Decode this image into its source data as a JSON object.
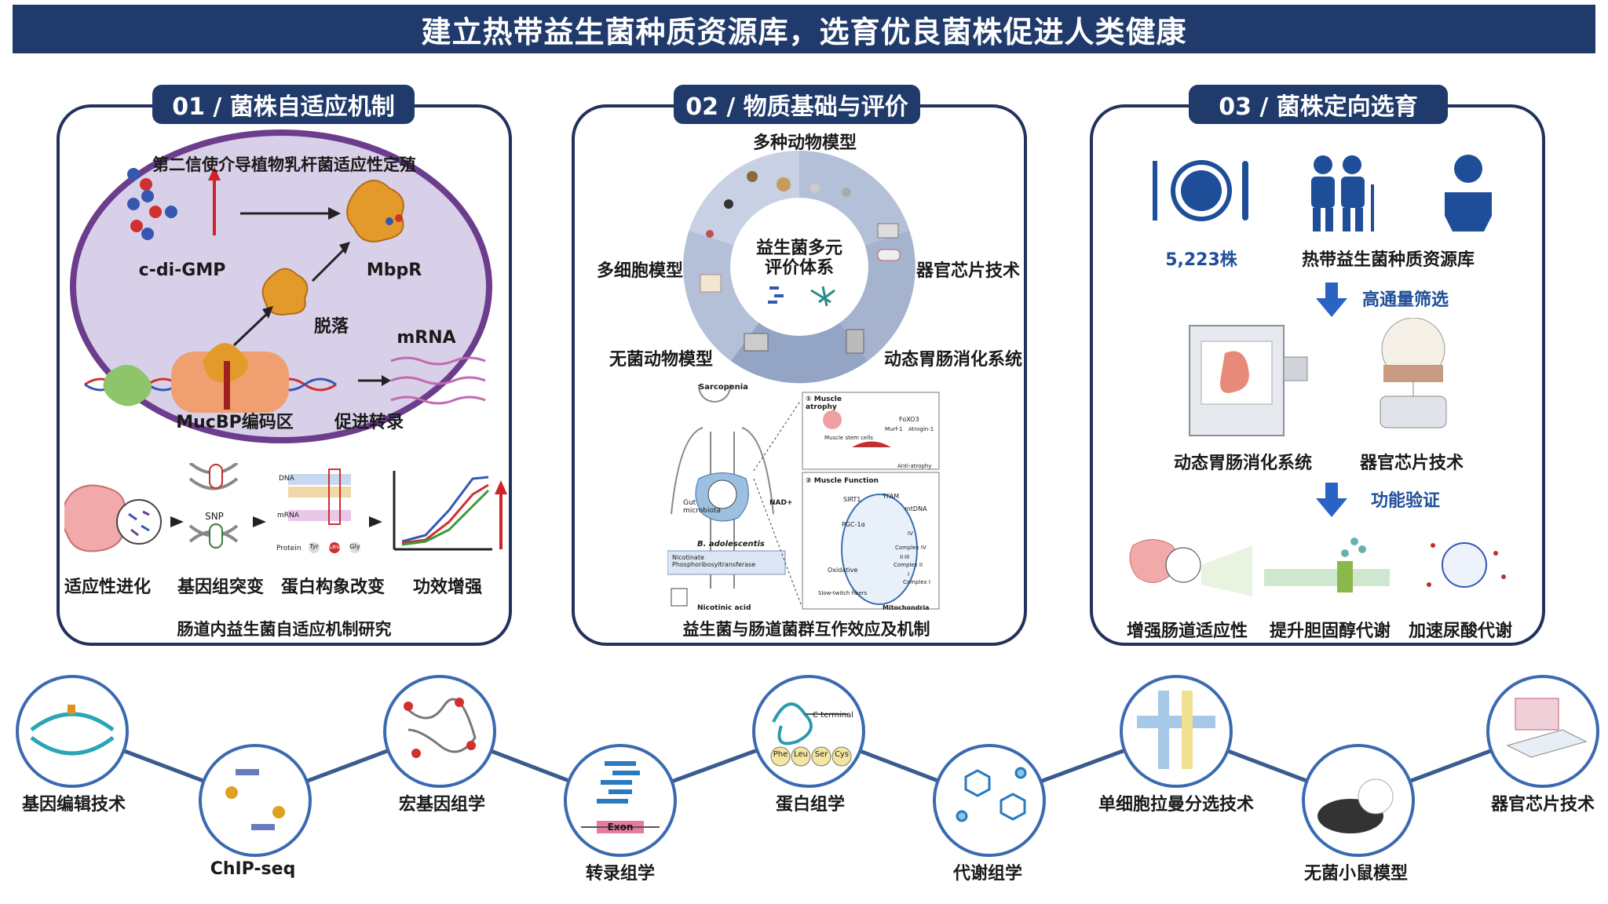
{
  "title": "建立热带益生菌种质资源库，选育优良菌株促进人类健康",
  "panel1": {
    "title": "01 / 菌株自适应机制",
    "cell_title": "第二信使介导植物乳杆菌适应性定殖",
    "cdigmp": "c-di-GMP",
    "mbpr": "MbpR",
    "detach": "脱落",
    "mrna": "mRNA",
    "mucbp": "MucBP编码区",
    "promote": "促进转录",
    "snp": "SNP",
    "dna_tag": "DNA",
    "mrna_tag": "mRNA",
    "protein_tag": "Protein",
    "aa": [
      "Tyr",
      "Leu",
      "Gly"
    ],
    "steps": [
      "适应性进化",
      "基因组突变",
      "蛋白构象改变",
      "功效增强"
    ],
    "footer": "肠道内益生菌自适应机制研究"
  },
  "panel2": {
    "title": "02 / 物质基础与评价",
    "center": [
      "益生菌多元",
      "评价体系"
    ],
    "segments": [
      "多种动物模型",
      "器官芯片技术",
      "动态胃肠消化系统",
      "无菌动物模型",
      "多细胞模型"
    ],
    "sarcopenia": "Sarcopenia",
    "gut_microbiota": "Gut microbiota",
    "b_adolescentis": "B. adolescentis",
    "nicotinate": "Nicotinate Phosphoribosyltransferase",
    "nicotinic": "Nicotinic acid",
    "nad": "NAD+",
    "muscle_atrophy": "① Muscle atrophy",
    "stem": "Muscle stem cells",
    "foxo3": "FoXO3",
    "murf": "Murf-1",
    "atrogin": "Atrogin-1",
    "anti": "Anti-atrophy",
    "muscle_function": "② Muscle Function",
    "sirt1": "SIRT1",
    "tfam": "TFAM",
    "mtdna": "mtDNA",
    "pgc": "PGC-1α",
    "oxidative": "Oxidative",
    "slow": "Slow-twitch fibers",
    "complexes": [
      "IV",
      "III",
      "Complex IV",
      "II",
      "Complex II",
      "I",
      "Complex I"
    ],
    "mito": "Mitochondria",
    "footer": "益生菌与肠道菌群互作效应及机制"
  },
  "panel3": {
    "title": "03 / 菌株定向选育",
    "count": "5,223株",
    "bank": "热带益生菌种质资源库",
    "screen": "高通量筛选",
    "dyn": "动态胃肠消化系统",
    "chip": "器官芯片技术",
    "verify": "功能验证",
    "outcomes": [
      "增强肠道适应性",
      "提升胆固醇代谢",
      "加速尿酸代谢"
    ]
  },
  "techs": [
    "基因编辑技术",
    "ChIP-seq",
    "宏基因组学",
    "转录组学",
    "蛋白组学",
    "代谢组学",
    "单细胞拉曼分选技术",
    "无菌小鼠模型",
    "器官芯片技术"
  ],
  "protein_labels": [
    "C terminal",
    "Phe",
    "Leu",
    "Ser",
    "Cys"
  ],
  "exon": "Exon",
  "colors": {
    "navy": "#1f3a6b",
    "accent_blue": "#1f4e99",
    "arrow_blue": "#2a63c4",
    "red": "#d0222a"
  }
}
